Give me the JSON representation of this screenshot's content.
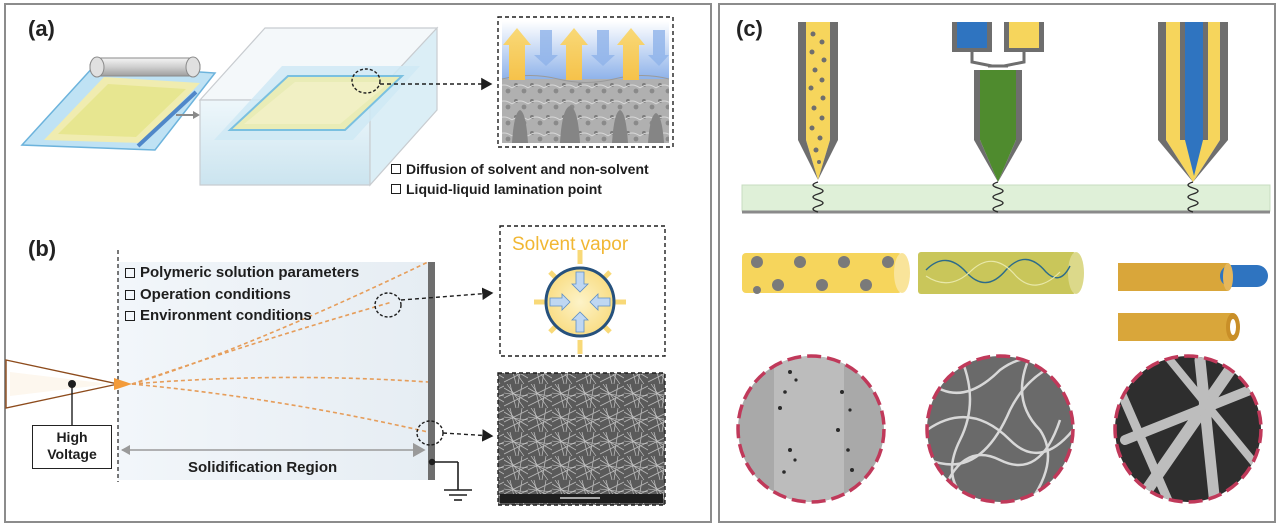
{
  "panels": {
    "a": {
      "label": "(a)",
      "notes": [
        "Diffusion of solvent and non-solvent",
        "Liquid-liquid lamination point"
      ]
    },
    "b": {
      "label": "(b)",
      "notes": [
        "Polymeric solution parameters",
        "Operation conditions",
        "Environment conditions"
      ],
      "vapor_label": "Solvent vapor",
      "voltage_label_line1": "High",
      "voltage_label_line2": "Voltage",
      "region_label": "Solidification Region"
    },
    "c": {
      "label": "(c)"
    }
  },
  "colors": {
    "frame": "#8c8c8c",
    "yellow": "#f6d55c",
    "gold": "#d9a63a",
    "green": "#4f8b2e",
    "blue": "#2f74c0",
    "collector": "#dff0d8",
    "orange": "#e69d5a",
    "crimson": "#c0395a",
    "tank": "#cfe7f3"
  },
  "icons": {
    "checkbox": "square-checkbox-icon",
    "ground": "ground-icon",
    "arrow": "dashed-arrow-icon"
  }
}
